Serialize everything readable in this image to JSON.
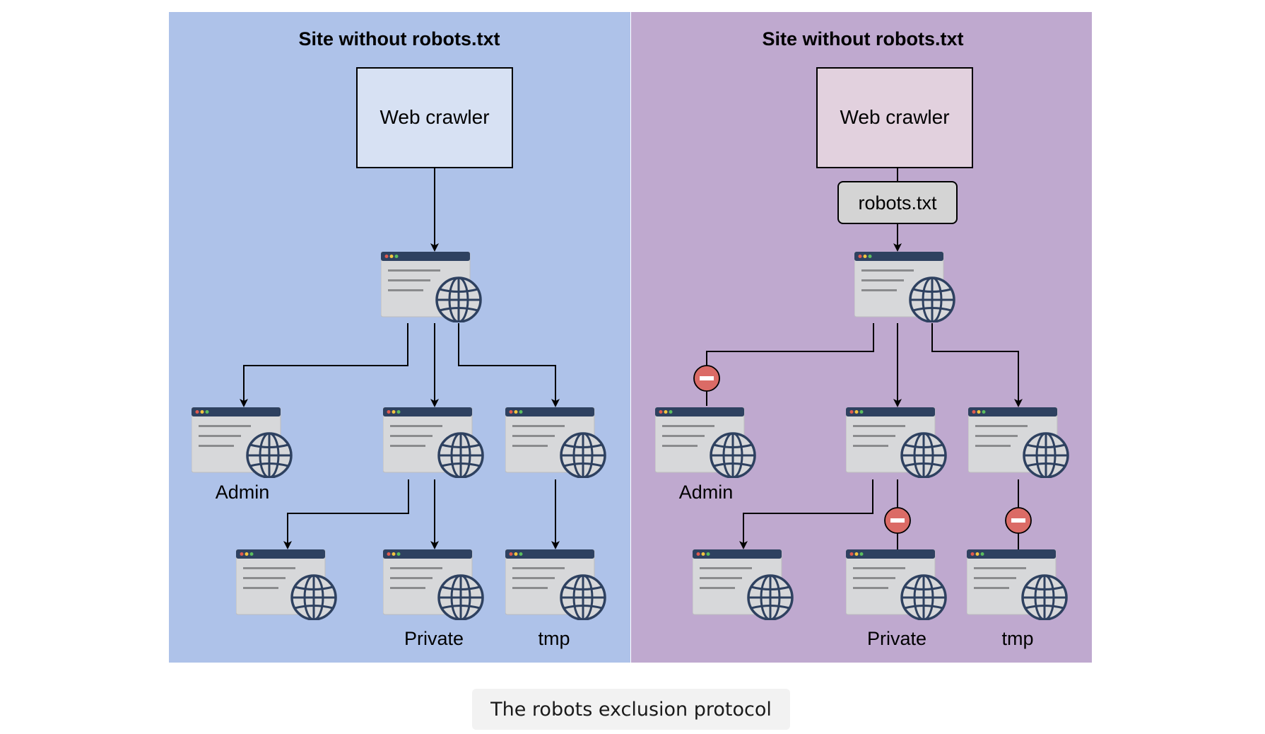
{
  "colors": {
    "left_panel": "#aec2e9",
    "right_panel": "#bfa9cf",
    "left_crawler_box": "#d7e1f3",
    "right_crawler_box": "#e2d1de",
    "robots_box": "#d4d4d4",
    "block_icon": "#db6b66",
    "window_titlebar": "#2e4160",
    "window_body": "#d7d8da",
    "globe_stroke": "#2e4160"
  },
  "left_panel": {
    "title": "Site without robots.txt",
    "crawler_label": "Web crawler",
    "labels": {
      "admin": "Admin",
      "private": "Private",
      "tmp": "tmp"
    }
  },
  "right_panel": {
    "title": "Site without robots.txt",
    "crawler_label": "Web crawler",
    "robots_label": "robots.txt",
    "labels": {
      "admin": "Admin",
      "private": "Private",
      "tmp": "tmp"
    },
    "blocked": [
      "admin",
      "private",
      "tmp"
    ]
  },
  "caption": "The robots exclusion protocol"
}
